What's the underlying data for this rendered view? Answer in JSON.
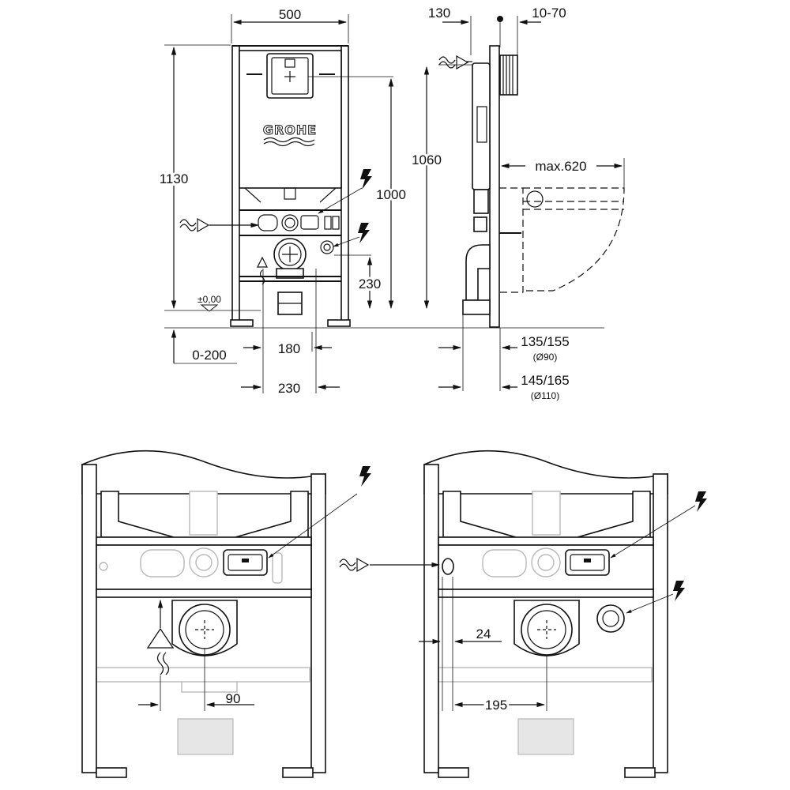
{
  "brand": {
    "logo_text": "GROHE"
  },
  "front_view": {
    "width_total": "500",
    "height_total": "1130",
    "height_to_button": "1000",
    "height_waste": "230",
    "floor_level": "±0,00",
    "adjust_range": "0-200",
    "offset_180": "180",
    "offset_230": "230"
  },
  "side_view": {
    "depth_130": "130",
    "wall_range": "10-70",
    "height_1060": "1060",
    "bowl_projection": "max.620",
    "pipe_d90_offset": "135/155",
    "pipe_d90_label": "(Ø90)",
    "pipe_d110_offset": "145/165",
    "pipe_d110_label": "(Ø110)"
  },
  "detail_left": {
    "dim_90": "90"
  },
  "detail_right": {
    "dim_24": "24",
    "dim_195": "195"
  },
  "icons": [
    "water-supply-icon",
    "electric-lightning-icon",
    "floor-marker-icon",
    "dimension-arrow-icon"
  ],
  "colors": {
    "line": "#111111",
    "ghost": "#b8b8b8",
    "background": "#ffffff"
  }
}
